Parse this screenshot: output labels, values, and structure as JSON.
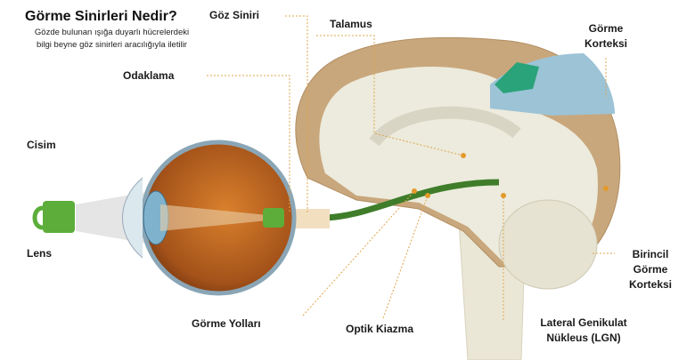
{
  "title": "Görme Sinirleri Nedir?",
  "subtitle": [
    "Gözde bulunan ışığa duyarlı hücrelerdeki",
    "bilgi beyne göz sinirleri aracılığıyla iletilir"
  ],
  "labels": {
    "optic_nerve": "Göz Siniri",
    "thalamus": "Talamus",
    "visual_cortex": [
      "Görme",
      "Korteksi"
    ],
    "focusing": "Odaklama",
    "object": "Cisim",
    "lens": "Lens",
    "primary_visual_cortex": [
      "Birincil",
      "Görme",
      "Korteksi"
    ],
    "visual_pathways": "Görme Yolları",
    "optic_chiasm": "Optik Kiazma",
    "lgn": [
      "Lateral Genikulat",
      "Nükleus (LGN)"
    ]
  },
  "colors": {
    "cortex": "#c9a77c",
    "visual_cortex": "#9cc3d6",
    "teal": "#2aa37a",
    "eyeball": "#b8621c",
    "nerve": "#3f7d2a",
    "cup": "#5cad3a"
  }
}
